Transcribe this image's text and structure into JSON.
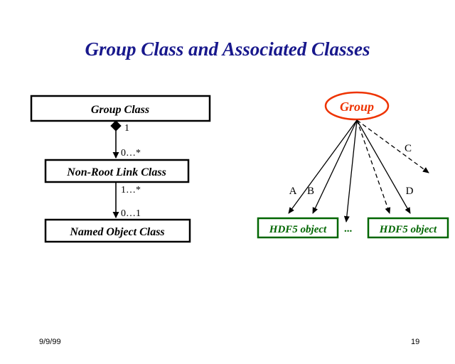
{
  "slide": {
    "title": "Group Class and Associated Classes",
    "title_color": "#18188c",
    "background_color": "#ffffff"
  },
  "uml_diagram": {
    "name": "group-class-uml-diagram",
    "boxes": [
      {
        "id": "group-class",
        "label": "Group Class"
      },
      {
        "id": "non-root-link-class",
        "label": "Non-Root Link Class"
      },
      {
        "id": "named-object-class",
        "label": "Named Object Class"
      }
    ],
    "multiplicities": [
      {
        "id": "mult-top",
        "label": "1"
      },
      {
        "id": "mult-upper-target",
        "label": "0…*"
      },
      {
        "id": "mult-lower-source",
        "label": "1…*"
      },
      {
        "id": "mult-lower-target",
        "label": "0…1"
      }
    ],
    "edge_color": "#000000",
    "box_border_color": "#000000"
  },
  "instance_diagram": {
    "name": "group-instance-diagram",
    "root": {
      "id": "group-node",
      "label": "Group",
      "color": "#ee3300"
    },
    "objects": [
      {
        "id": "hdf5-object-left",
        "label": "HDF5 object",
        "color": "#006600"
      },
      {
        "id": "hdf5-object-right",
        "label": "HDF5 object",
        "color": "#006600"
      }
    ],
    "ellipsis": "...",
    "links": [
      {
        "id": "link-a",
        "label": "A",
        "style": "solid"
      },
      {
        "id": "link-b",
        "label": "B",
        "style": "solid"
      },
      {
        "id": "link-c",
        "label": "C",
        "style": "dashed"
      },
      {
        "id": "link-d",
        "label": "D",
        "style": "solid"
      }
    ]
  },
  "footer": {
    "date": "9/9/99",
    "page_number": "19"
  }
}
